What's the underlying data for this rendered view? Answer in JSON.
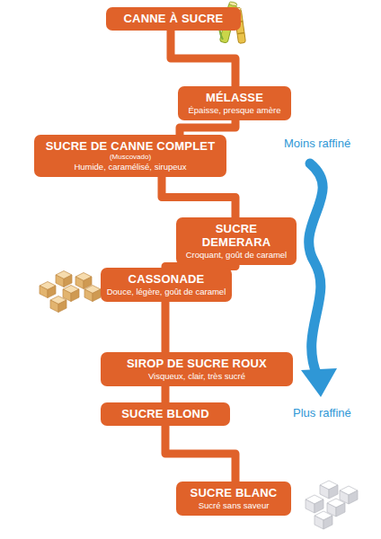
{
  "diagram": {
    "nodes": [
      {
        "text": [
          "CANNE À SUCRE"
        ]
      },
      {
        "text": [
          "MÉLASSE",
          "Épaisse, presque amère"
        ]
      },
      {
        "text": [
          "SUCRE DE CANNE COMPLET",
          "(Muscovado)",
          "Humide, caramélisé, sirupeux"
        ]
      },
      {
        "text": [
          "SUCRE DEMERARA",
          "Croquant, goût de caramel"
        ]
      },
      {
        "text": [
          "CASSONADE",
          "Douce, légère, goût de caramel"
        ]
      },
      {
        "text": [
          "SIROP DE SUCRE ROUX",
          "Visqueux, clair, très sucré"
        ]
      },
      {
        "text": [
          "SUCRE BLOND"
        ]
      },
      {
        "text": [
          "SUCRE BLANC",
          "Sucré sans saveur"
        ]
      }
    ],
    "edges": [
      {
        "from": 0,
        "to": 1,
        "arrow": "none"
      },
      {
        "from": 1,
        "to": 2,
        "arrow": "none"
      },
      {
        "from": 2,
        "to": 3,
        "arrow": "none"
      },
      {
        "from": 3,
        "to": 4,
        "arrow": "none"
      },
      {
        "from": 4,
        "to": 5,
        "arrow": "none"
      },
      {
        "from": 5,
        "to": 6,
        "arrow": "none"
      },
      {
        "from": 6,
        "to": 7,
        "arrow": "none"
      }
    ],
    "labels": [
      "Moins raffiné",
      "Plus raffiné"
    ]
  }
}
